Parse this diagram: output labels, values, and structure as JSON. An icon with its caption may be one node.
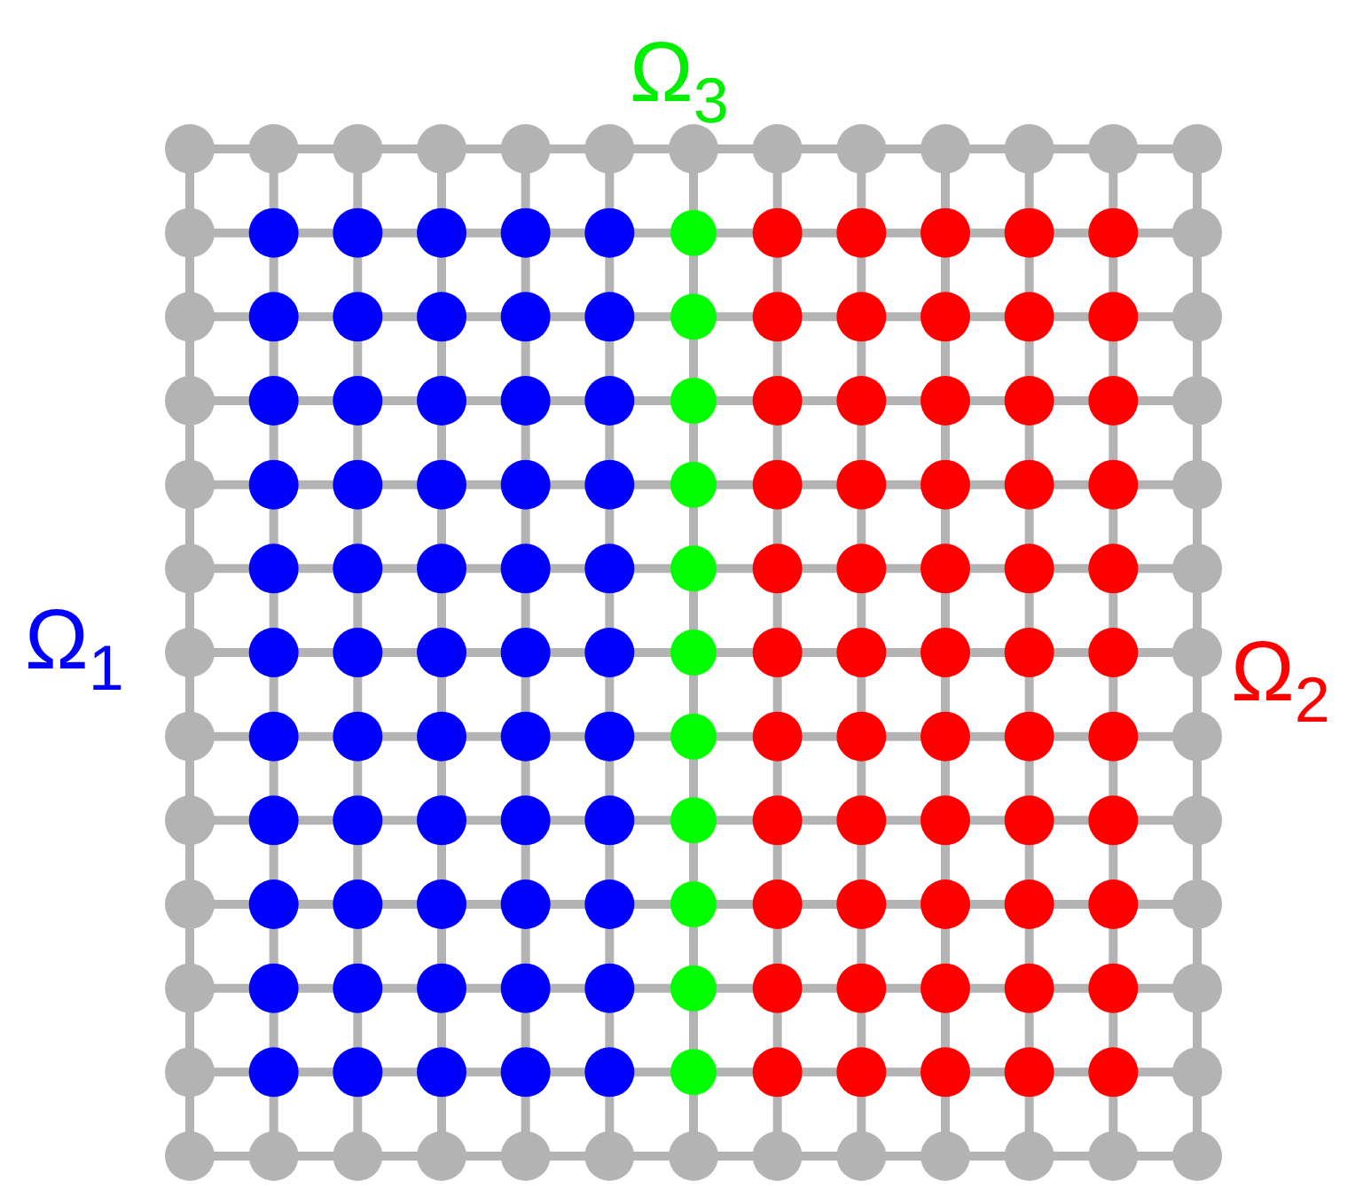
{
  "diagram": {
    "labels": [
      "Ω$_{3}$",
      "Ω$_{1}$",
      "Ω$_{2}$"
    ]
  }
}
